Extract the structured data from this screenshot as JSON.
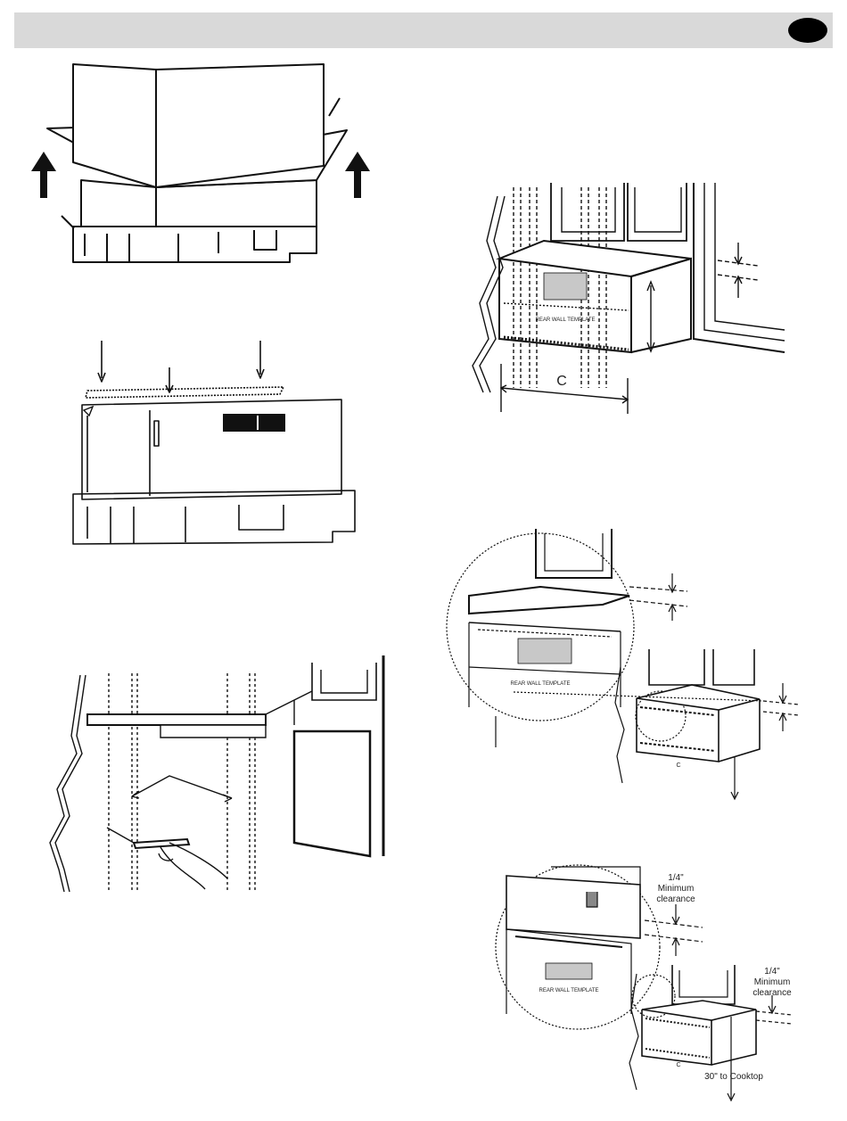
{
  "figures": {
    "template_center_label": "C",
    "rear_wall_template_label": "REAR WALL TEMPLATE",
    "clearance_top": {
      "line1": "1/4\"",
      "line2": "Minimum",
      "line3": "clearance"
    },
    "clearance_side": {
      "line1": "1/4\"",
      "line2": "Minimum",
      "line3": "clearance"
    },
    "cooktop_label": "30\" to Cooktop"
  }
}
